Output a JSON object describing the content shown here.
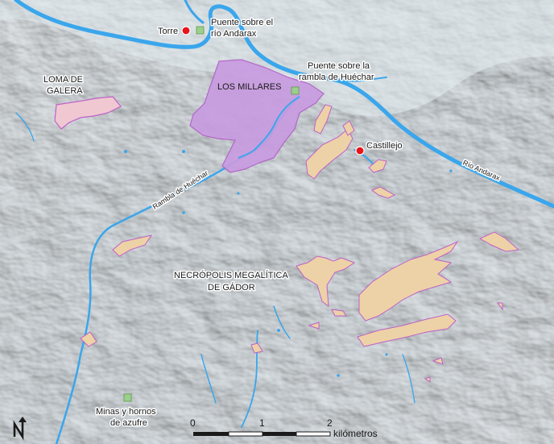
{
  "map": {
    "labels": {
      "torre": "Torre",
      "puente_andarax_1": "Puente sobre el",
      "puente_andarax_2": "río Andarax",
      "puente_huechar_1": "Puente sobre la",
      "puente_huechar_2": "rambla de Huéchar",
      "loma_galera_1": "LOMA DE",
      "loma_galera_2": "GALERA",
      "los_millares": "LOS MILLARES",
      "castillejo": "Castillejo",
      "rambla_huechar": "Rambla de Huéchar",
      "rio_andarax": "Río Andarax",
      "necropolis_1": "NECRÓPOLIS MEGALÍTICA",
      "necropolis_2": "DE GÁDOR",
      "minas_1": "Minas y hornos",
      "minas_2": "de azufre"
    },
    "scale": {
      "ticks": [
        "0",
        "1",
        "2"
      ],
      "unit": "kilómetros"
    },
    "north_arrow": "N",
    "colors": {
      "terrain": "#c9d6df",
      "river": "#3aa6ec",
      "necropolis_fill": "#ecd2a6",
      "necropolis_stroke": "#c060c8",
      "settlement_fill": "#c89be0",
      "galera_fill": "#efc8d2",
      "site_marker": "#e8141c",
      "bridge_marker": "#9ccf8c"
    }
  }
}
